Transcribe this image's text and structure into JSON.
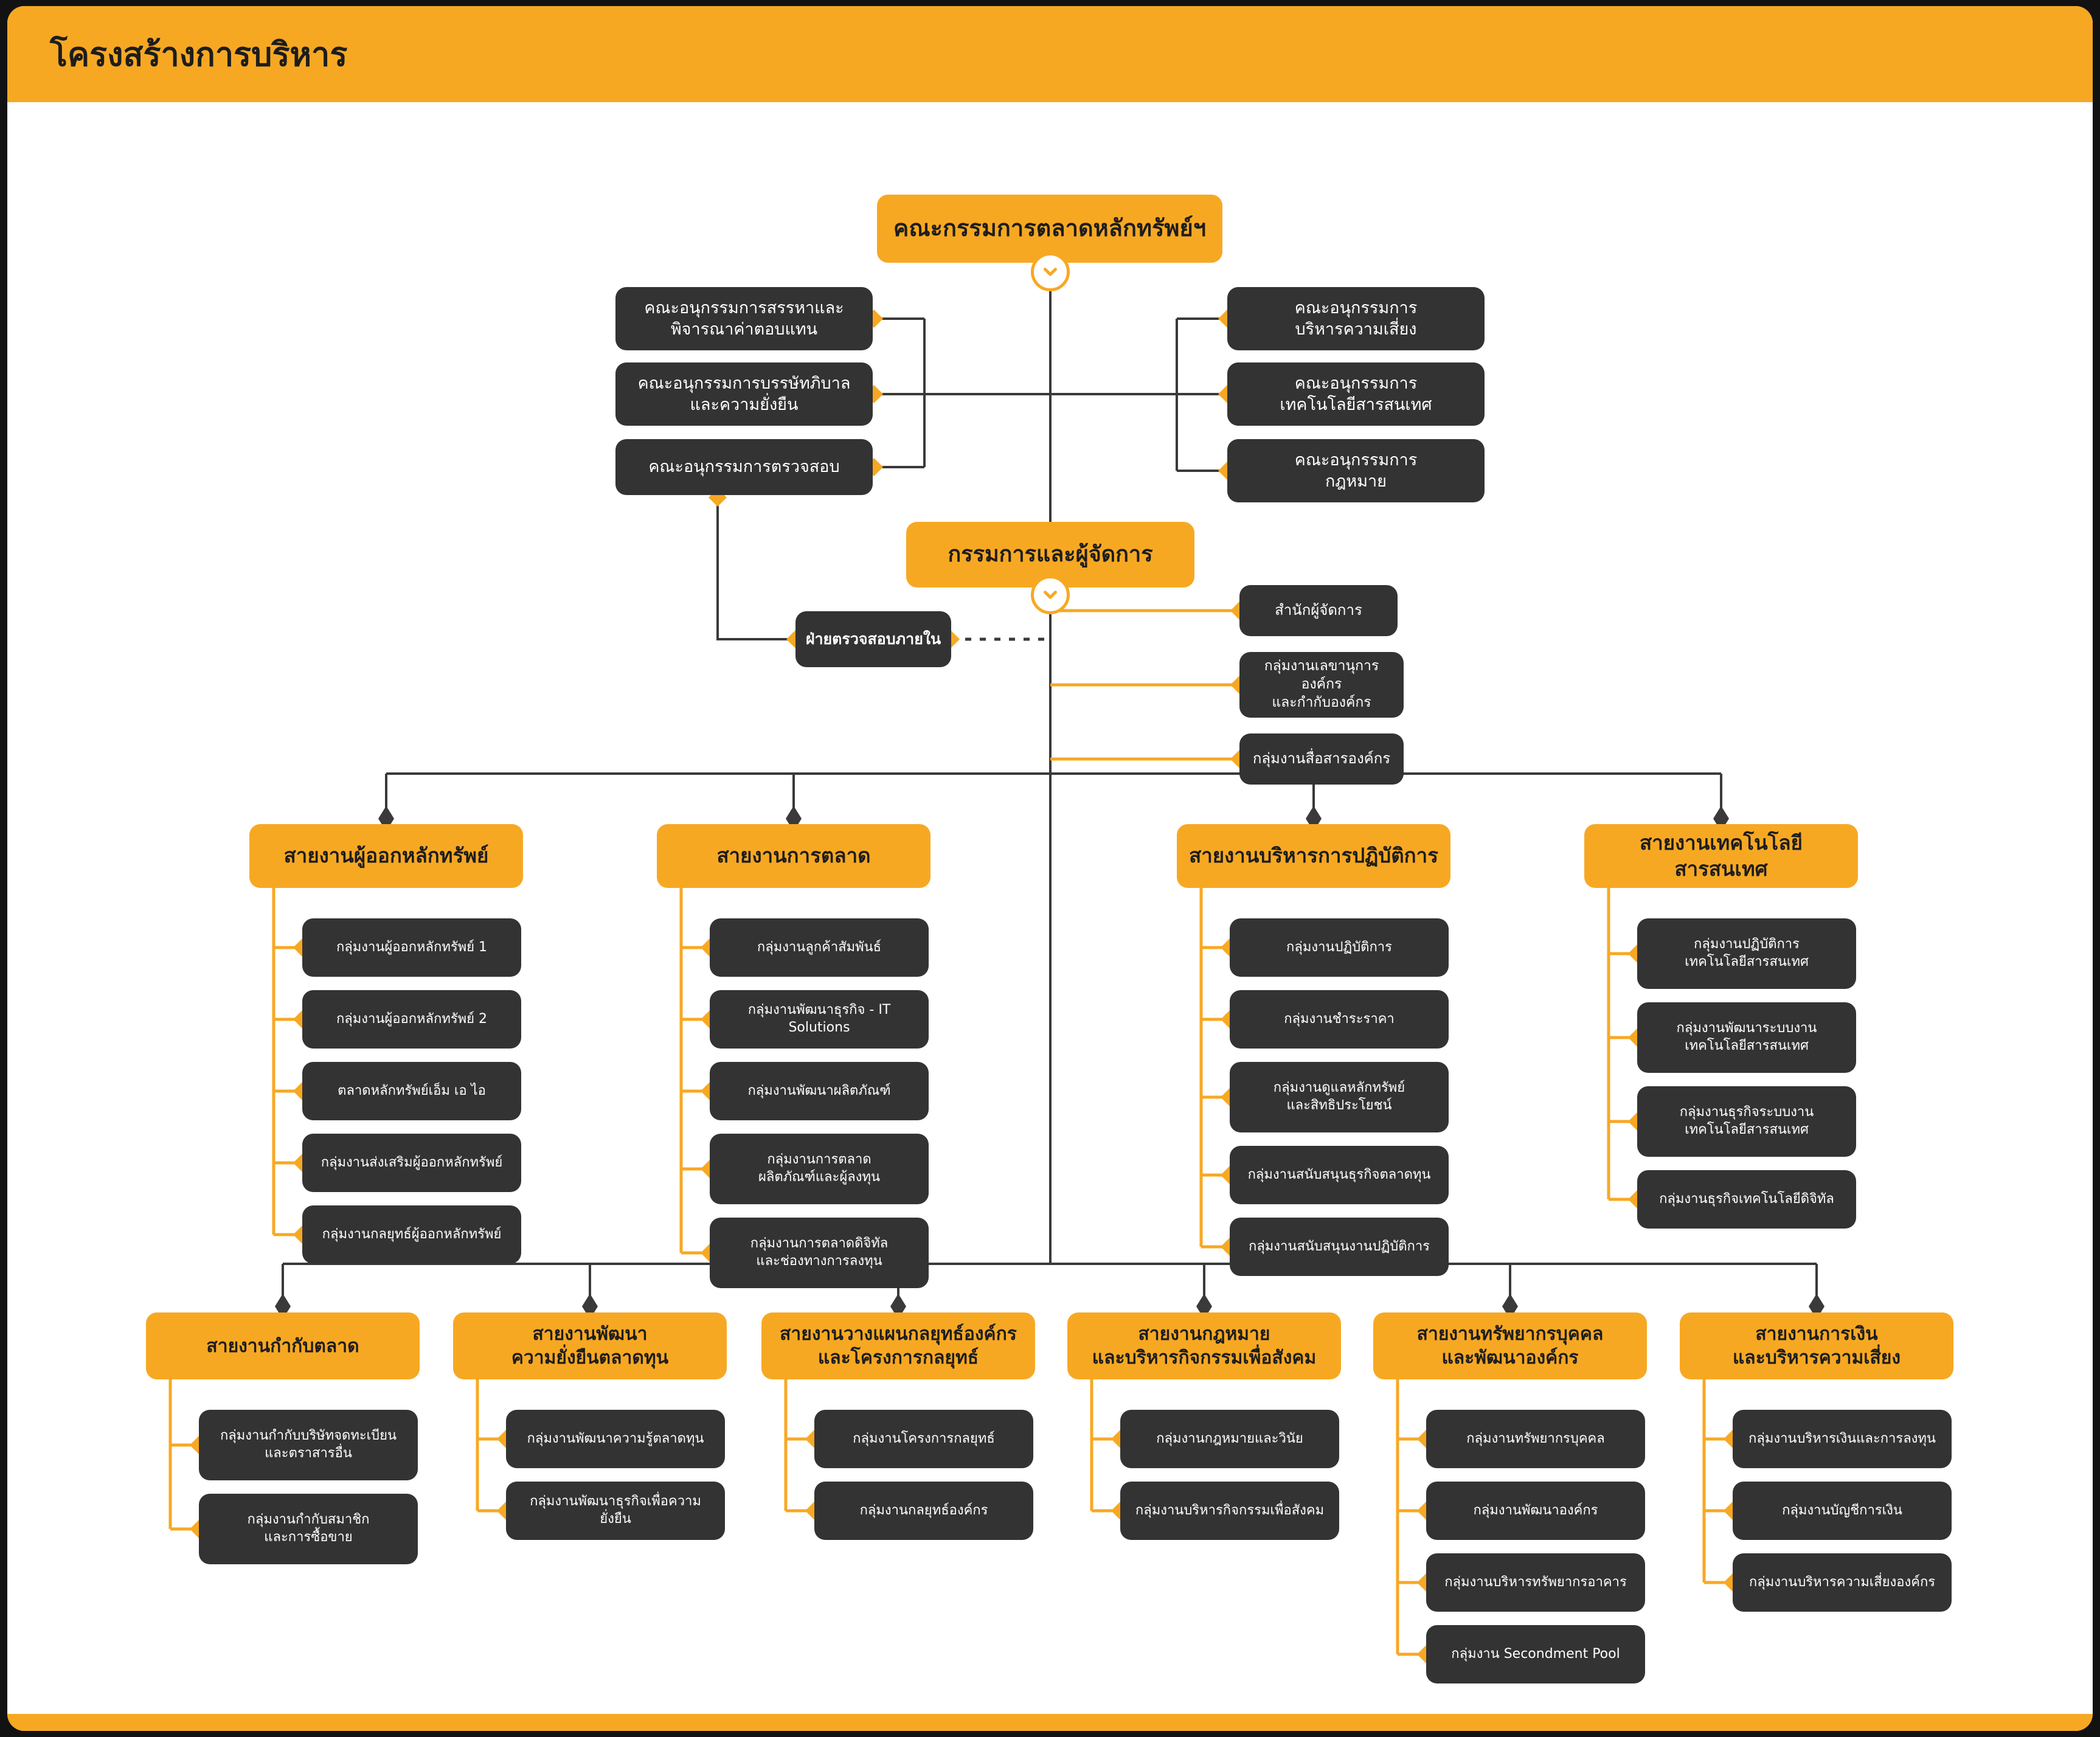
{
  "page": {
    "title": "โครงสร้างการบริหาร"
  },
  "colors": {
    "accent": "#F7A823",
    "node_dark": "#333333",
    "line_dark": "#3A3A3A",
    "title_color": "#1D1D1D",
    "card_bg": "#FFFFFF"
  },
  "org": {
    "board": {
      "label": "คณะกรรมการตลาดหลักทรัพย์ฯ"
    },
    "subcommittees_left": [
      {
        "label": "คณะอนุกรรมการสรรหาและ\nพิจารณาค่าตอบแทน"
      },
      {
        "label": "คณะอนุกรรมการบรรษัทภิบาล\nและความยั่งยืน"
      },
      {
        "label": "คณะอนุกรรมการตรวจสอบ"
      }
    ],
    "subcommittees_right": [
      {
        "label": "คณะอนุกรรมการ\nบริหารความเสี่ยง"
      },
      {
        "label": "คณะอนุกรรมการ\nเทคโนโลยีสารสนเทศ"
      },
      {
        "label": "คณะอนุกรรมการ\nกฎหมาย"
      }
    ],
    "president": {
      "label": "กรรมการและผู้จัดการ"
    },
    "internal_audit": {
      "label": "ฝ่ายตรวจสอบภายใน"
    },
    "president_offices": [
      {
        "label": "สำนักผู้จัดการ"
      },
      {
        "label": "กลุ่มงานเลขานุการองค์กร\nและกำกับองค์กร"
      },
      {
        "label": "กลุ่มงานสื่อสารองค์กร"
      }
    ],
    "divisions_row1": [
      {
        "label": "สายงานผู้ออกหลักทรัพย์",
        "children": [
          "กลุ่มงานผู้ออกหลักทรัพย์ 1",
          "กลุ่มงานผู้ออกหลักทรัพย์ 2",
          "ตลาดหลักทรัพย์เอ็ม เอ ไอ",
          "กลุ่มงานส่งเสริมผู้ออกหลักทรัพย์",
          "กลุ่มงานกลยุทธ์ผู้ออกหลักทรัพย์"
        ]
      },
      {
        "label": "สายงานการตลาด",
        "children": [
          "กลุ่มงานลูกค้าสัมพันธ์",
          "กลุ่มงานพัฒนาธุรกิจ - IT Solutions",
          "กลุ่มงานพัฒนาผลิตภัณฑ์",
          "กลุ่มงานการตลาด\nผลิตภัณฑ์และผู้ลงทุน",
          "กลุ่มงานการตลาดดิจิทัล\nและช่องทางการลงทุน"
        ]
      },
      {
        "label": "สายงานบริหารการปฏิบัติการ",
        "children": [
          "กลุ่มงานปฏิบัติการ",
          "กลุ่มงานชำระราคา",
          "กลุ่มงานดูแลหลักทรัพย์\nและสิทธิประโยชน์",
          "กลุ่มงานสนับสนุนธุรกิจตลาดทุน",
          "กลุ่มงานสนับสนุนงานปฏิบัติการ"
        ]
      },
      {
        "label": "สายงานเทคโนโลยีสารสนเทศ",
        "children": [
          "กลุ่มงานปฏิบัติการ\nเทคโนโลยีสารสนเทศ",
          "กลุ่มงานพัฒนาระบบงาน\nเทคโนโลยีสารสนเทศ",
          "กลุ่มงานธุรกิจระบบงาน\nเทคโนโลยีสารสนเทศ",
          "กลุ่มงานธุรกิจเทคโนโลยีดิจิทัล"
        ]
      }
    ],
    "divisions_row2": [
      {
        "label": "สายงานกำกับตลาด",
        "children": [
          "กลุ่มงานกำกับบริษัทจดทะเบียน\nและตราสารอื่น",
          "กลุ่มงานกำกับสมาชิก\nและการซื้อขาย"
        ]
      },
      {
        "label": "สายงานพัฒนา\nความยั่งยืนตลาดทุน",
        "children": [
          "กลุ่มงานพัฒนาความรู้ตลาดทุน",
          "กลุ่มงานพัฒนาธุรกิจเพื่อความยั่งยืน"
        ]
      },
      {
        "label": "สายงานวางแผนกลยุทธ์องค์กร\nและโครงการกลยุทธ์",
        "children": [
          "กลุ่มงานโครงการกลยุทธ์",
          "กลุ่มงานกลยุทธ์องค์กร"
        ]
      },
      {
        "label": "สายงานกฎหมาย\nและบริหารกิจกรรมเพื่อสังคม",
        "children": [
          "กลุ่มงานกฎหมายและวินัย",
          "กลุ่มงานบริหารกิจกรรมเพื่อสังคม"
        ]
      },
      {
        "label": "สายงานทรัพยากรบุคคล\nและพัฒนาองค์กร",
        "children": [
          "กลุ่มงานทรัพยากรบุคคล",
          "กลุ่มงานพัฒนาองค์กร",
          "กลุ่มงานบริหารทรัพยากรอาคาร",
          "กลุ่มงาน Secondment Pool"
        ]
      },
      {
        "label": "สายงานการเงิน\nและบริหารความเสี่ยง",
        "children": [
          "กลุ่มงานบริหารเงินและการลงทุน",
          "กลุ่มงานบัญชีการเงิน",
          "กลุ่มงานบริหารความเสี่ยงองค์กร"
        ]
      }
    ]
  }
}
